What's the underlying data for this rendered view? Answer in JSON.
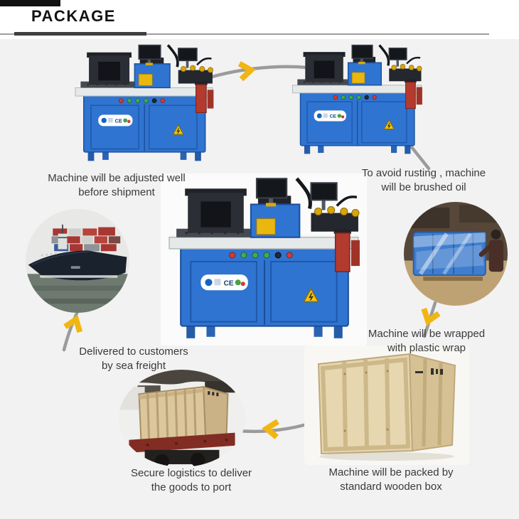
{
  "header": {
    "title": "PACKAGE"
  },
  "colors": {
    "arrow_gray": "#9b9b9b",
    "arrow_yellow": "#f2b611",
    "machine_blue": "#2f74d0",
    "page_bg": "#f2f2f3"
  },
  "steps": [
    {
      "id": "adjusted",
      "image": "blue-busbar-machine",
      "caption_line1": "Machine will be adjusted well",
      "caption_line2": "before shipment"
    },
    {
      "id": "oiled",
      "image": "blue-busbar-machine",
      "caption_line1": "To avoid rusting , machine",
      "caption_line2": "will be brushed oil"
    },
    {
      "id": "wrapped",
      "image": "machine-wrapped-in-plastic",
      "caption_line1": "Machine will be wrapped",
      "caption_line2": "with plastic wrap"
    },
    {
      "id": "boxed",
      "image": "wooden-crate",
      "caption_line1": "Machine will be packed by",
      "caption_line2": "standard wooden box"
    },
    {
      "id": "logistics",
      "image": "crate-on-truck",
      "caption_line1": "Secure logistics to deliver",
      "caption_line2": "the goods to port"
    },
    {
      "id": "sea-freight",
      "image": "container-ship",
      "caption_line1": "Delivered to customers",
      "caption_line2": "by sea freight"
    }
  ],
  "center_image": "busbar-processing-machine",
  "arrows": [
    {
      "name": "flow-arrow-top",
      "direction": "right"
    },
    {
      "name": "flow-arrow-right-upper",
      "direction": "down-right"
    },
    {
      "name": "flow-arrow-right-lower",
      "direction": "down"
    },
    {
      "name": "flow-arrow-bottom",
      "direction": "left"
    },
    {
      "name": "flow-arrow-left",
      "direction": "up"
    }
  ]
}
